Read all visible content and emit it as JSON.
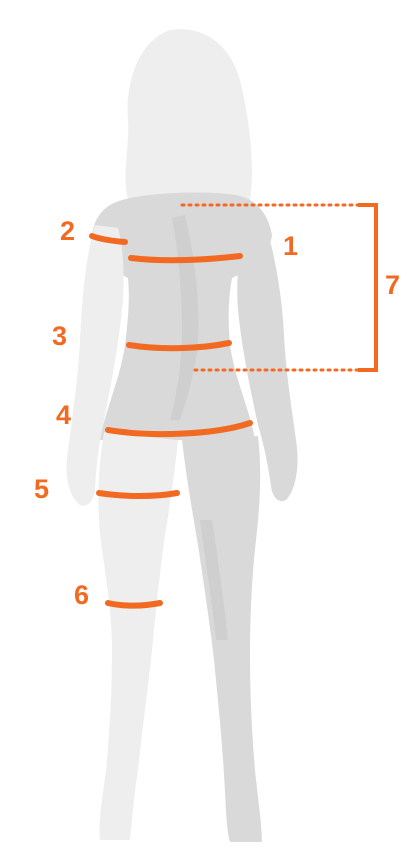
{
  "labels": {
    "l1": "1",
    "l2": "2",
    "l3": "3",
    "l4": "4",
    "l5": "5",
    "l6": "6",
    "l7": "7"
  },
  "colors": {
    "accent": "#f26a21",
    "figure_light": "#eeeeee",
    "figure_mid": "#d9d9d9",
    "figure_shadow": "#c4c4c4",
    "background": "#ffffff"
  }
}
